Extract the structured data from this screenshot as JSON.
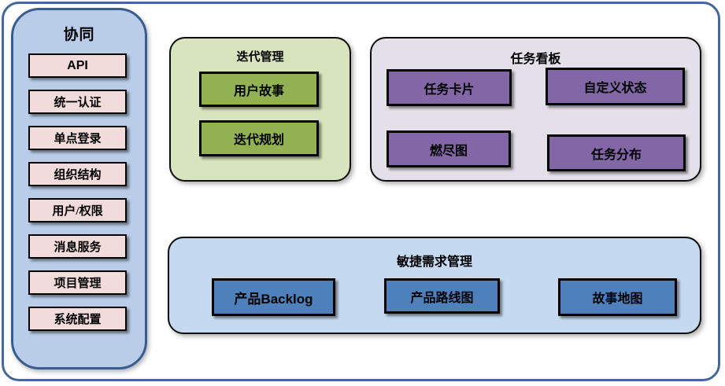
{
  "sidebar": {
    "title": "协同",
    "items": [
      "API",
      "统一认证",
      "单点登录",
      "组织结构",
      "用户/权限",
      "消息服务",
      "项目管理",
      "系统配置"
    ]
  },
  "iteration": {
    "title": "迭代管理",
    "items": [
      "用户故事",
      "迭代规划"
    ]
  },
  "kanban": {
    "title": "任务看板",
    "items": [
      "任务卡片",
      "自定义状态",
      "燃尽图",
      "任务分布"
    ]
  },
  "requirements": {
    "title": "敏捷需求管理",
    "items": [
      "产品Backlog",
      "产品路线图",
      "故事地图"
    ]
  },
  "colors": {
    "outer_frame_border": "#46679a",
    "sidebar_bg": "#b9cde8",
    "sidebar_border": "#3a5c8c",
    "sidebar_item_bg": "#f2dcdb",
    "iteration_group_bg": "#d7e4bd",
    "iteration_item_bg": "#92b152",
    "kanban_group_bg": "#e4e0ea",
    "kanban_item_bg": "#8266a6",
    "requirements_group_bg": "#c5d9f1",
    "requirements_item_bg": "#4e80bc",
    "item_border": "#000000",
    "text": "#000000"
  }
}
